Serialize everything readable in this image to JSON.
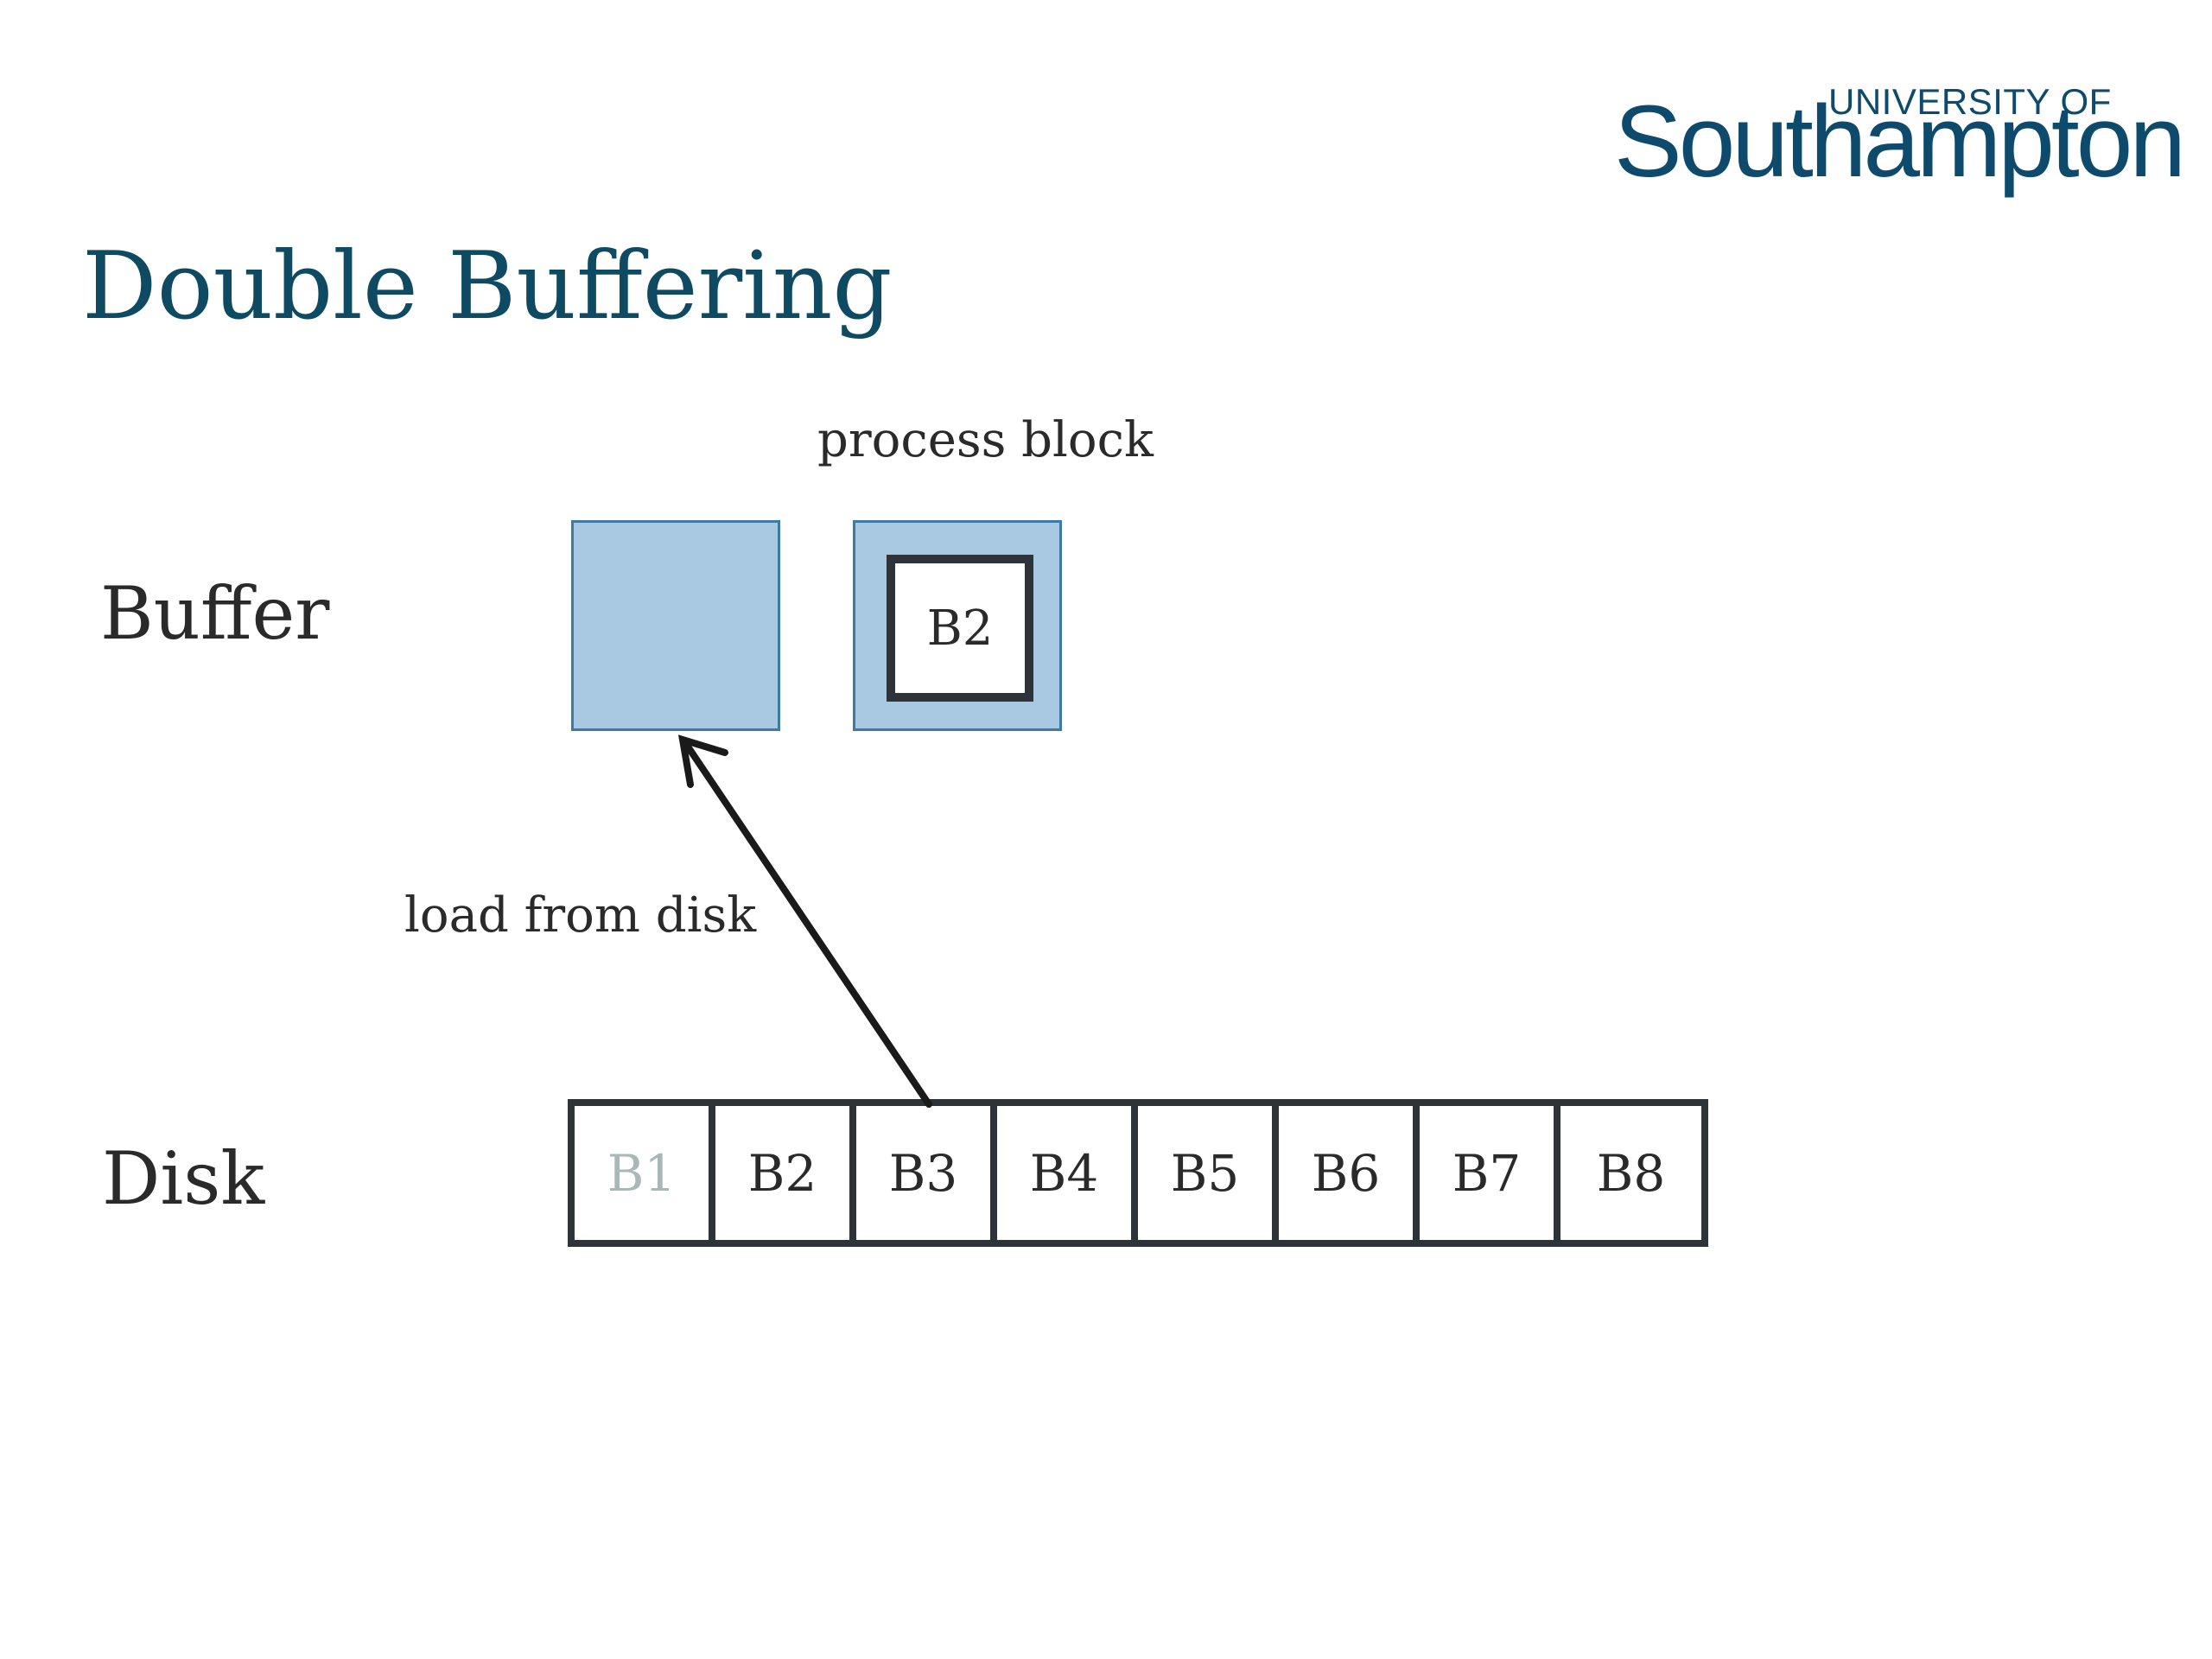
{
  "logo": {
    "top_line": "UNIVERSITY OF",
    "main_line": "Southampton"
  },
  "slide": {
    "title": "Double Buffering"
  },
  "diagram": {
    "buffer_label": "Buffer",
    "disk_label": "Disk",
    "process_label": "process block",
    "load_label": "load from disk",
    "buffer_block": "B2",
    "disk_blocks": [
      "B1",
      "B2",
      "B3",
      "B4",
      "B5",
      "B6",
      "B7",
      "B8"
    ],
    "faded_block": "B1",
    "colors": {
      "title": "#0e4b62",
      "buffer_fill": "#a9c9e2",
      "buffer_border": "#3e7aa6",
      "outline": "#2d3338"
    }
  }
}
